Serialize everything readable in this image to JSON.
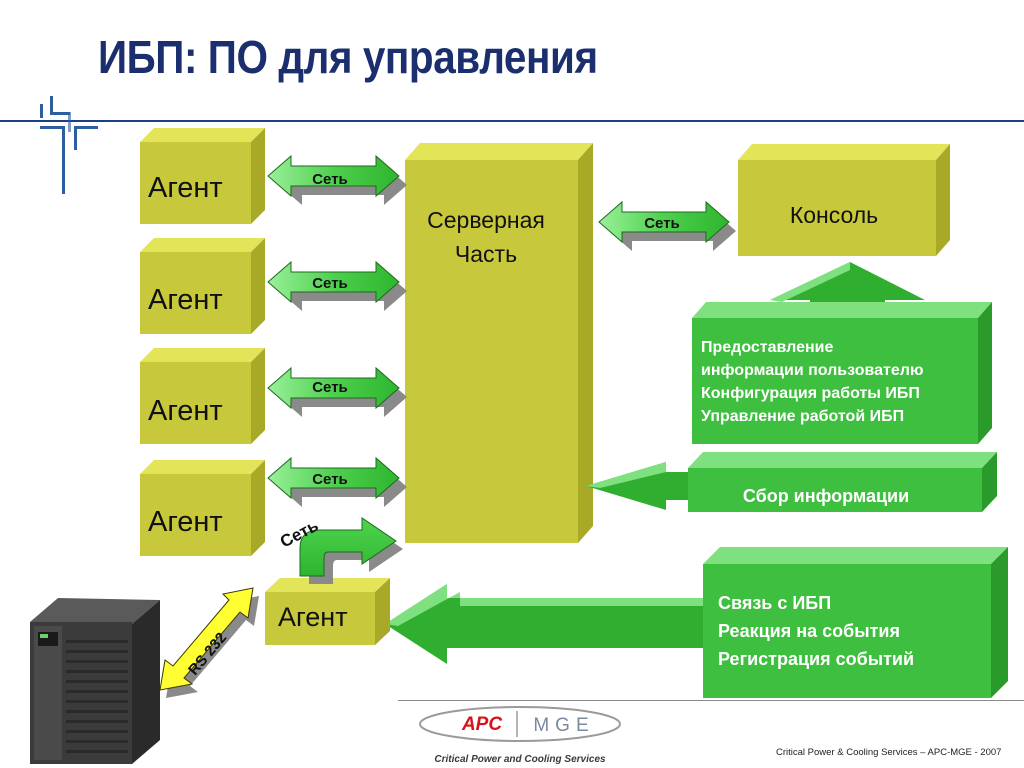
{
  "slide": {
    "title": "ИБП: ПО для управления",
    "footer": "Critical Power & Cooling Services – APC-MGE - 2007"
  },
  "agents": [
    {
      "label": "Агент",
      "link": "Сеть"
    },
    {
      "label": "Агент",
      "link": "Сеть"
    },
    {
      "label": "Агент",
      "link": "Сеть"
    },
    {
      "label": "Агент",
      "link": "Сеть"
    }
  ],
  "server": {
    "line1": "Серверная",
    "line2": "Часть",
    "link": "Сеть"
  },
  "console": {
    "label": "Консоль"
  },
  "info_box": {
    "lines": [
      "Предоставление",
      "информации пользователю",
      "Конфигурация работы ИБП",
      "Управление работой ИБП"
    ]
  },
  "collect_box": {
    "label": "Сбор информации"
  },
  "ups_box": {
    "lines": [
      "Связь с ИБП",
      "Реакция на события",
      "Регистрация событий"
    ]
  },
  "ups_agent": {
    "label": "Агент",
    "network_label": "Сеть",
    "serial_label": "RS 232"
  },
  "logo": {
    "apc": "APC",
    "mge": "MGE",
    "tagline": "Critical Power and Cooling Services"
  },
  "colors": {
    "box_face": "#c8c83c",
    "box_top": "#e4e459",
    "box_side": "#a9a928",
    "green_face": "#3fbf3f",
    "green_light": "#7ee07e",
    "title": "#1b2f6e",
    "apc_red": "#d8121a"
  }
}
